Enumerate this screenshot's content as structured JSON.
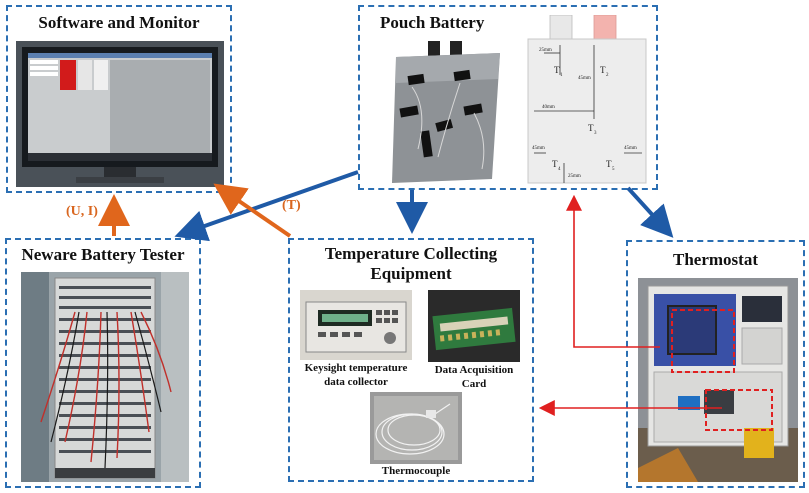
{
  "boxes": {
    "software": {
      "title": "Software and Monitor"
    },
    "pouch": {
      "title": "Pouch Battery"
    },
    "neware": {
      "title": "Neware Battery Tester"
    },
    "temp": {
      "title_line1": "Temperature Collecting",
      "title_line2": "Equipment",
      "keysight_line1": "Keysight temperature",
      "keysight_line2": "data collector",
      "daq_line1": "Data Acquisition",
      "daq_line2": "Card",
      "thermocouple": "Thermocouple"
    },
    "thermostat": {
      "title": "Thermostat"
    }
  },
  "schematic": {
    "sensors": [
      "T",
      "T",
      "T",
      "T",
      "T"
    ],
    "sensor_subs": [
      "1",
      "2",
      "3",
      "4",
      "5"
    ],
    "dims": [
      "25mm",
      "45mm",
      "40mm",
      "45mm",
      "45mm",
      "25mm"
    ]
  },
  "arrow_labels": {
    "ui": "(U, I)",
    "t": "(T)"
  },
  "colors": {
    "box_border": "#2b6fb3",
    "blue_arrow": "#1f5aa6",
    "orange_arrow": "#e0661c",
    "red_arrow": "#e02020"
  }
}
